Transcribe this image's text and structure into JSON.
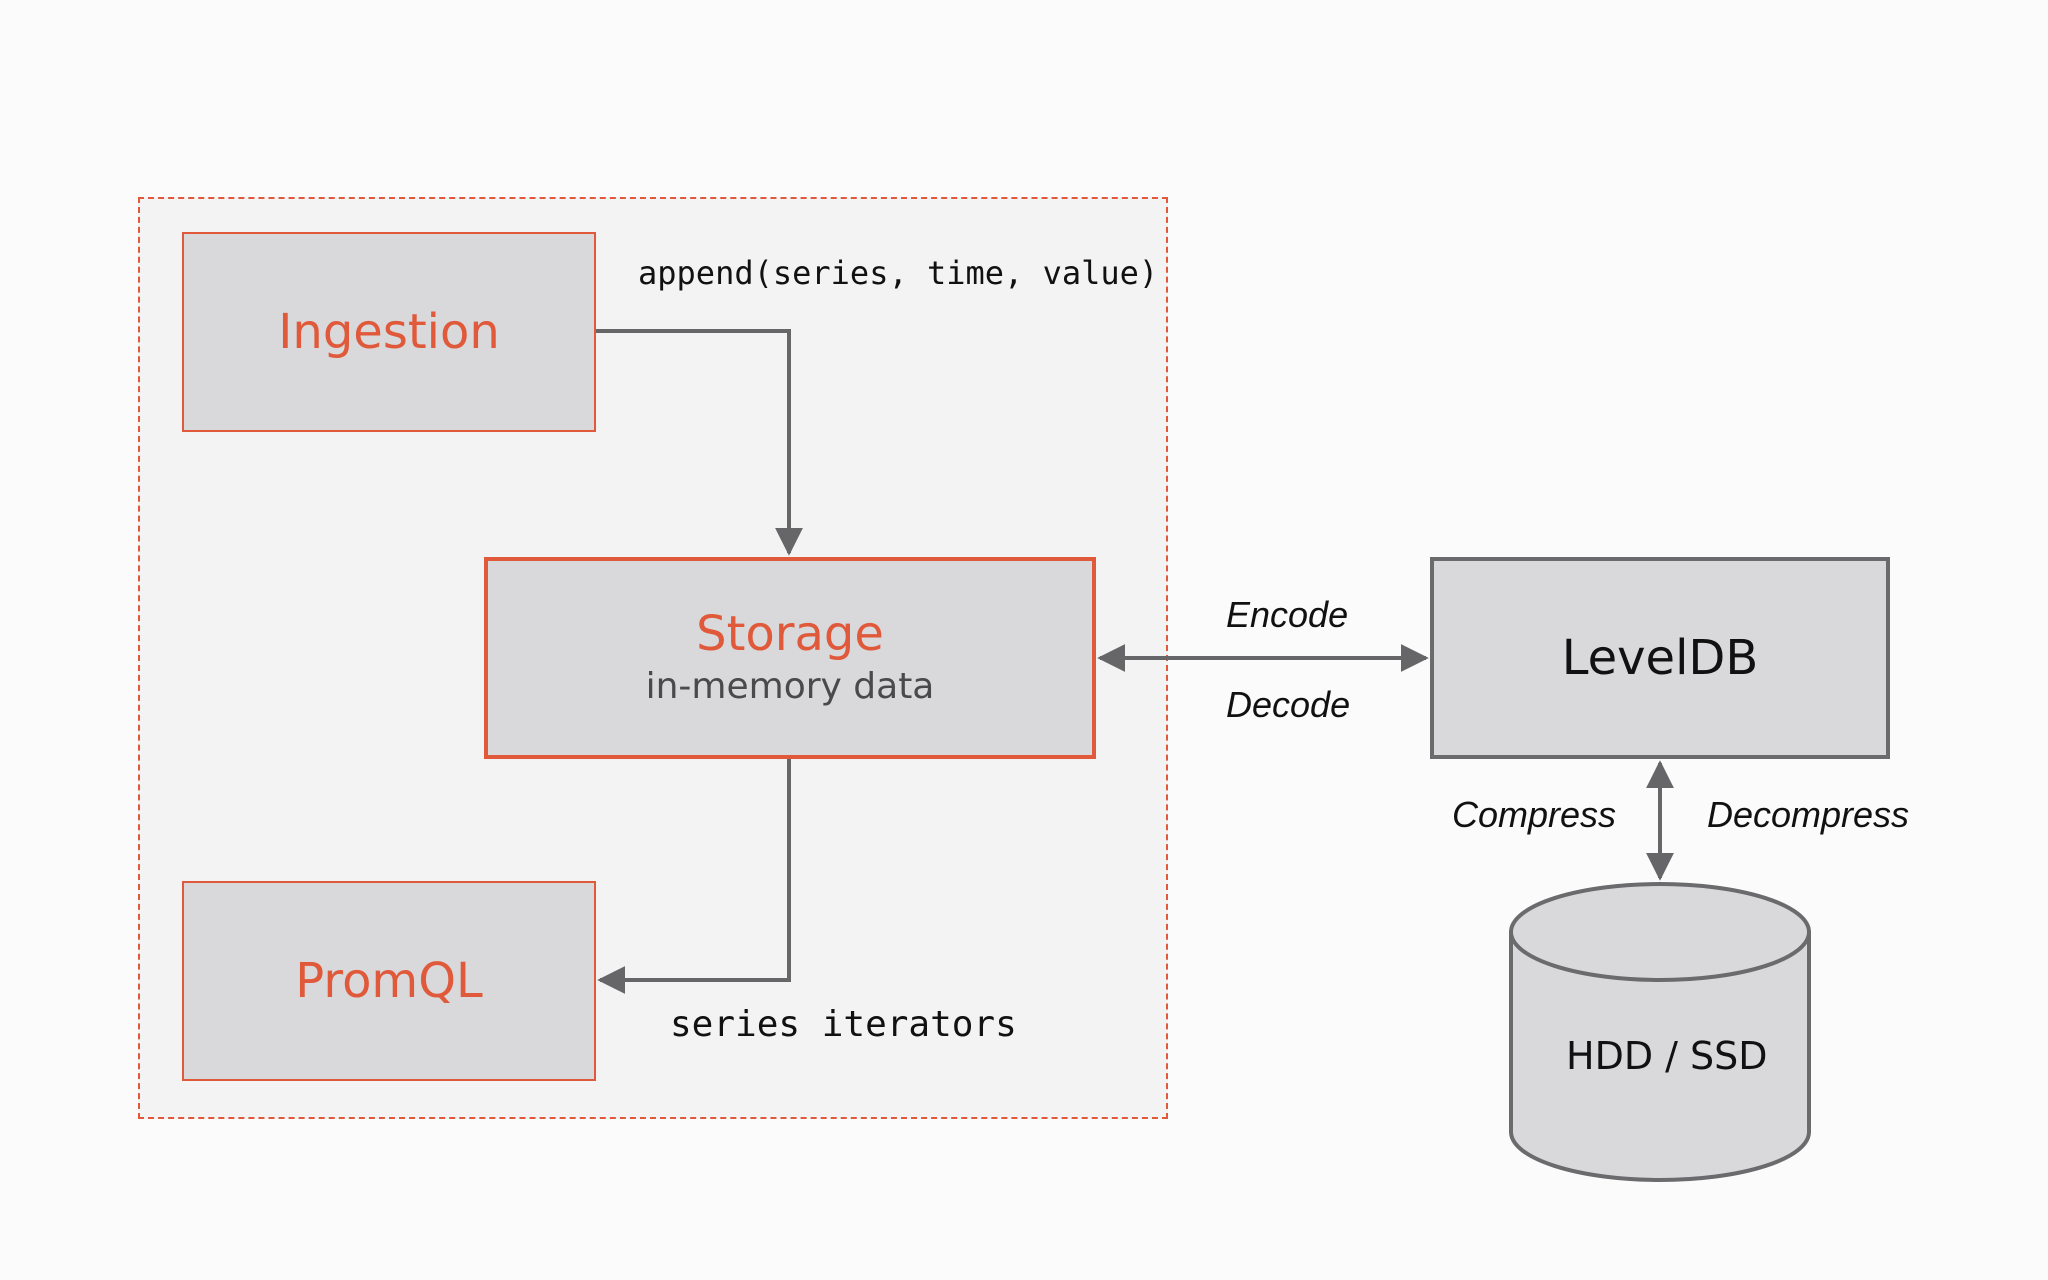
{
  "nodes": {
    "ingestion": {
      "label": "Ingestion"
    },
    "storage": {
      "label": "Storage",
      "sublabel": "in-memory data"
    },
    "promql": {
      "label": "PromQL"
    },
    "leveldb": {
      "label": "LevelDB"
    },
    "disk": {
      "label": "HDD / SSD"
    }
  },
  "edges": {
    "append": {
      "label": "append(series, time, value)"
    },
    "iterators": {
      "label": "series iterators"
    },
    "encode": {
      "label": "Encode"
    },
    "decode": {
      "label": "Decode"
    },
    "compress": {
      "label": "Compress"
    },
    "decompress": {
      "label": "Decompress"
    }
  },
  "colors": {
    "accent": "#e0593a",
    "box_fill": "#d9d8da",
    "line": "#666668",
    "gray_border": "#6b6b6d"
  }
}
